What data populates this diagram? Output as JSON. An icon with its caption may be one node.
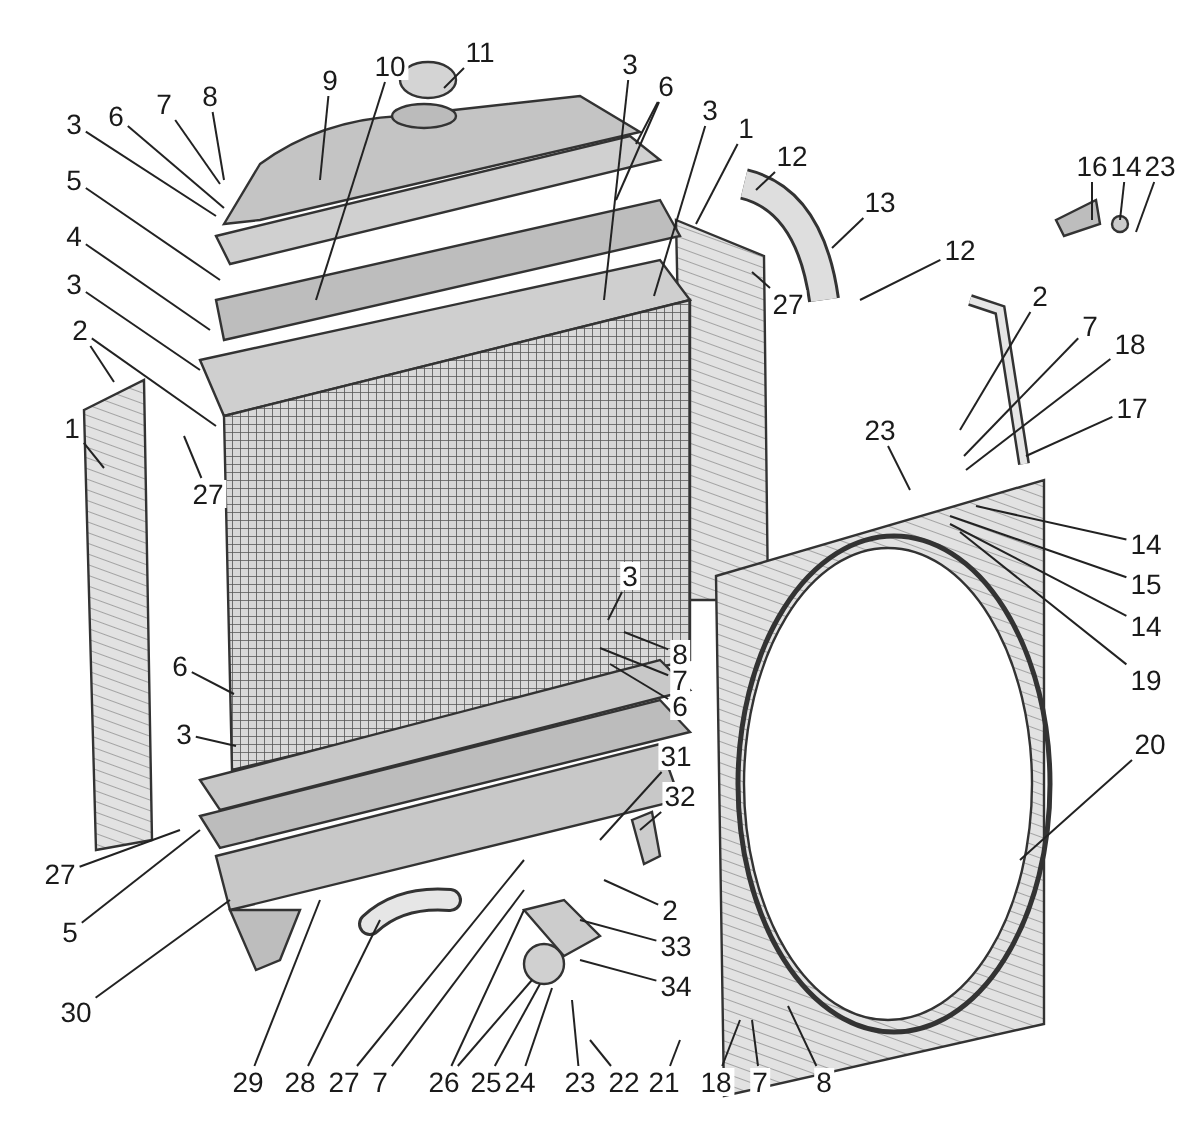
{
  "diagram": {
    "nodes": [
      {
        "text": [
          "3"
        ]
      },
      {
        "text": [
          "6"
        ]
      },
      {
        "text": [
          "7"
        ]
      },
      {
        "text": [
          "8"
        ]
      },
      {
        "text": [
          "9"
        ]
      },
      {
        "text": [
          "10"
        ]
      },
      {
        "text": [
          "11"
        ]
      },
      {
        "text": [
          "3"
        ]
      },
      {
        "text": [
          "6"
        ]
      },
      {
        "text": [
          "3"
        ]
      },
      {
        "text": [
          "1"
        ]
      },
      {
        "text": [
          "12"
        ]
      },
      {
        "text": [
          "16"
        ]
      },
      {
        "text": [
          "14"
        ]
      },
      {
        "text": [
          "23"
        ]
      },
      {
        "text": [
          "5"
        ]
      },
      {
        "text": [
          "13"
        ]
      },
      {
        "text": [
          "4"
        ]
      },
      {
        "text": [
          "12"
        ]
      },
      {
        "text": [
          "3"
        ]
      },
      {
        "text": [
          "27"
        ]
      },
      {
        "text": [
          "2"
        ]
      },
      {
        "text": [
          "2"
        ]
      },
      {
        "text": [
          "7"
        ]
      },
      {
        "text": [
          "18"
        ]
      },
      {
        "text": [
          "17"
        ]
      },
      {
        "text": [
          "1"
        ]
      },
      {
        "text": [
          "23"
        ]
      },
      {
        "text": [
          "27"
        ]
      },
      {
        "text": [
          "14"
        ]
      },
      {
        "text": [
          "3"
        ]
      },
      {
        "text": [
          "15"
        ]
      },
      {
        "text": [
          "14"
        ]
      },
      {
        "text": [
          "8"
        ]
      },
      {
        "text": [
          "6"
        ]
      },
      {
        "text": [
          "7"
        ]
      },
      {
        "text": [
          "19"
        ]
      },
      {
        "text": [
          "6"
        ]
      },
      {
        "text": [
          "3"
        ]
      },
      {
        "text": [
          "20"
        ]
      },
      {
        "text": [
          "31"
        ]
      },
      {
        "text": [
          "32"
        ]
      },
      {
        "text": [
          "27"
        ]
      },
      {
        "text": [
          "2"
        ]
      },
      {
        "text": [
          "5"
        ]
      },
      {
        "text": [
          "33"
        ]
      },
      {
        "text": [
          "34"
        ]
      },
      {
        "text": [
          "30"
        ]
      },
      {
        "text": [
          "29"
        ]
      },
      {
        "text": [
          "28"
        ]
      },
      {
        "text": [
          "27"
        ]
      },
      {
        "text": [
          "7"
        ]
      },
      {
        "text": [
          "26"
        ]
      },
      {
        "text": [
          "25"
        ]
      },
      {
        "text": [
          "24"
        ]
      },
      {
        "text": [
          "23"
        ]
      },
      {
        "text": [
          "22"
        ]
      },
      {
        "text": [
          "21"
        ]
      },
      {
        "text": [
          "18"
        ]
      },
      {
        "text": [
          "7"
        ]
      },
      {
        "text": [
          "8"
        ]
      }
    ],
    "edges": [
      {
        "from": 0,
        "to": null,
        "arrow": "none"
      },
      {
        "from": 1,
        "to": null,
        "arrow": "none"
      },
      {
        "from": 2,
        "to": null,
        "arrow": "none"
      },
      {
        "from": 3,
        "to": null,
        "arrow": "none"
      },
      {
        "from": 4,
        "to": null,
        "arrow": "none"
      },
      {
        "from": 5,
        "to": null,
        "arrow": "none"
      },
      {
        "from": 6,
        "to": null,
        "arrow": "none"
      },
      {
        "from": 7,
        "to": null,
        "arrow": "none"
      },
      {
        "from": 8,
        "to": null,
        "arrow": "none"
      },
      {
        "from": 8,
        "to": null,
        "arrow": "none"
      },
      {
        "from": 9,
        "to": null,
        "arrow": "none"
      },
      {
        "from": 10,
        "to": null,
        "arrow": "none"
      },
      {
        "from": 11,
        "to": null,
        "arrow": "none"
      },
      {
        "from": 12,
        "to": null,
        "arrow": "none"
      },
      {
        "from": 13,
        "to": null,
        "arrow": "none"
      },
      {
        "from": 14,
        "to": null,
        "arrow": "none"
      },
      {
        "from": 15,
        "to": null,
        "arrow": "none"
      },
      {
        "from": 16,
        "to": null,
        "arrow": "none"
      },
      {
        "from": 17,
        "to": null,
        "arrow": "none"
      },
      {
        "from": 18,
        "to": null,
        "arrow": "none"
      },
      {
        "from": 19,
        "to": null,
        "arrow": "none"
      },
      {
        "from": 20,
        "to": null,
        "arrow": "none"
      },
      {
        "from": 21,
        "to": null,
        "arrow": "none"
      },
      {
        "from": 22,
        "to": null,
        "arrow": "none"
      },
      {
        "from": 22,
        "to": null,
        "arrow": "none"
      },
      {
        "from": 23,
        "to": null,
        "arrow": "none"
      },
      {
        "from": 24,
        "to": null,
        "arrow": "none"
      },
      {
        "from": 25,
        "to": null,
        "arrow": "none"
      },
      {
        "from": 26,
        "to": null,
        "arrow": "none"
      },
      {
        "from": 27,
        "to": null,
        "arrow": "none"
      },
      {
        "from": 28,
        "to": null,
        "arrow": "none"
      },
      {
        "from": 29,
        "to": null,
        "arrow": "none"
      },
      {
        "from": 30,
        "to": null,
        "arrow": "none"
      },
      {
        "from": 31,
        "to": null,
        "arrow": "none"
      },
      {
        "from": 32,
        "to": null,
        "arrow": "none"
      },
      {
        "from": 33,
        "to": null,
        "arrow": "none"
      },
      {
        "from": 34,
        "to": null,
        "arrow": "none"
      },
      {
        "from": 35,
        "to": null,
        "arrow": "none"
      },
      {
        "from": 36,
        "to": null,
        "arrow": "none"
      },
      {
        "from": 37,
        "to": null,
        "arrow": "none"
      },
      {
        "from": 38,
        "to": null,
        "arrow": "none"
      },
      {
        "from": 39,
        "to": null,
        "arrow": "none"
      },
      {
        "from": 40,
        "to": null,
        "arrow": "none"
      },
      {
        "from": 41,
        "to": null,
        "arrow": "none"
      },
      {
        "from": 42,
        "to": null,
        "arrow": "none"
      },
      {
        "from": 43,
        "to": null,
        "arrow": "none"
      },
      {
        "from": 44,
        "to": null,
        "arrow": "none"
      },
      {
        "from": 45,
        "to": null,
        "arrow": "none"
      },
      {
        "from": 46,
        "to": null,
        "arrow": "none"
      },
      {
        "from": 47,
        "to": null,
        "arrow": "none"
      },
      {
        "from": 48,
        "to": null,
        "arrow": "none"
      },
      {
        "from": 49,
        "to": null,
        "arrow": "none"
      },
      {
        "from": 50,
        "to": null,
        "arrow": "none"
      },
      {
        "from": 51,
        "to": null,
        "arrow": "none"
      },
      {
        "from": 52,
        "to": null,
        "arrow": "none"
      },
      {
        "from": 52,
        "to": null,
        "arrow": "none"
      },
      {
        "from": 53,
        "to": null,
        "arrow": "none"
      },
      {
        "from": 54,
        "to": null,
        "arrow": "none"
      },
      {
        "from": 55,
        "to": null,
        "arrow": "none"
      },
      {
        "from": 56,
        "to": null,
        "arrow": "none"
      },
      {
        "from": 57,
        "to": null,
        "arrow": "none"
      },
      {
        "from": 58,
        "to": null,
        "arrow": "none"
      },
      {
        "from": 59,
        "to": null,
        "arrow": "none"
      },
      {
        "from": 60,
        "to": null,
        "arrow": "none"
      }
    ]
  }
}
